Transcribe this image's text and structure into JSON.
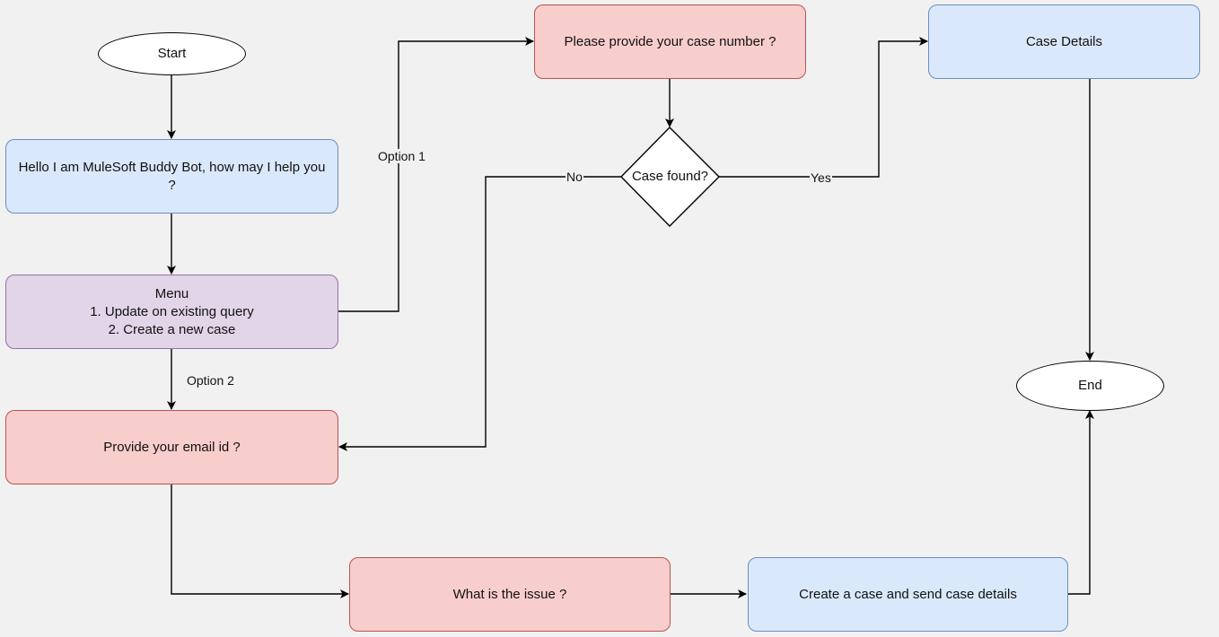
{
  "nodes": {
    "start": "Start",
    "greeting": "Hello I am MuleSoft Buddy Bot, how may I help you ?",
    "menu_title": "Menu",
    "menu_item_1": "1. Update on existing query",
    "menu_item_2": "2. Create a new case",
    "email": "Provide your email id ?",
    "case_number": "Please provide your case number ?",
    "case_found": "Case found?",
    "case_details": "Case Details",
    "end": "End",
    "issue": "What is the issue ?",
    "create_case": "Create a case and send case details"
  },
  "edge_labels": {
    "option1": "Option 1",
    "option2": "Option 2",
    "no": "No",
    "yes": "Yes"
  },
  "colors": {
    "blue_fill": "#dae8fc",
    "blue_stroke": "#6c8ebf",
    "red_fill": "#f8cecc",
    "red_stroke": "#b85450",
    "purple_fill": "#e1d5e7",
    "purple_stroke": "#9673a6",
    "background": "#f1f1f1"
  }
}
